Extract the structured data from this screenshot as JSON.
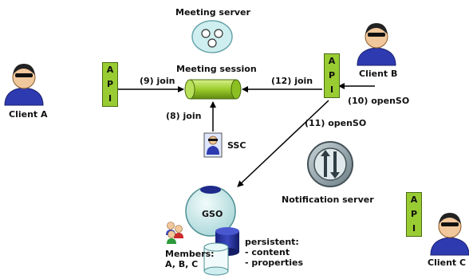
{
  "nodes": {
    "meeting_server": "Meeting server",
    "meeting_session": "Meeting session",
    "client_a": "Client A",
    "client_b": "Client B",
    "client_c": "Client C",
    "ssc": "SSC",
    "gso": "GSO",
    "notification_server": "Notification server"
  },
  "api_letters": [
    "A",
    "P",
    "I"
  ],
  "edges": {
    "join_9": "(9) join",
    "join_12": "(12) join",
    "join_8": "(8) join",
    "open_so_10": "(10) openSO",
    "open_so_11": "(11) openSO"
  },
  "members": {
    "line1": "Members:",
    "line2": "A, B, C"
  },
  "persistent": {
    "line1": "persistent:",
    "line2": "- content",
    "line3": "- properties"
  }
}
